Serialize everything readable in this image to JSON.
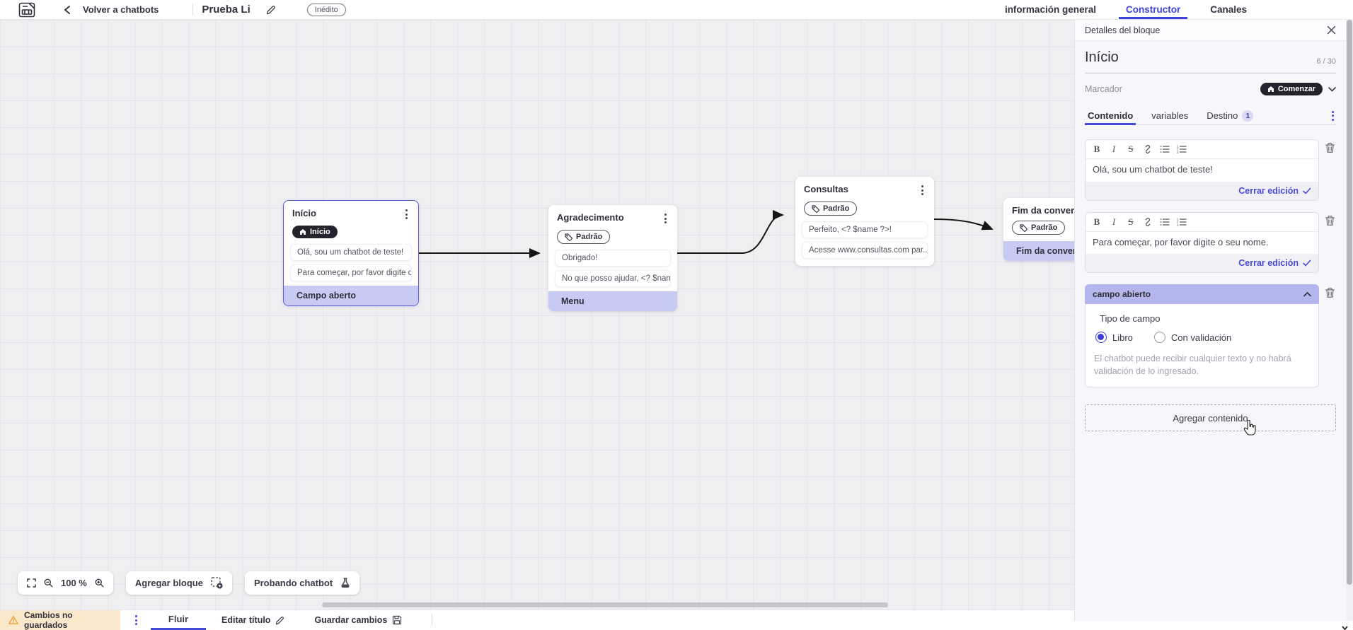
{
  "header": {
    "back_label": "Volver a chatbots",
    "title": "Prueba Li",
    "status_badge": "Inédito",
    "tabs": [
      {
        "label": "información general",
        "active": false
      },
      {
        "label": "Constructor",
        "active": true
      },
      {
        "label": "Canales",
        "active": false
      }
    ]
  },
  "canvas": {
    "zoom_level": "100 %",
    "add_block_label": "Agregar bloque",
    "test_chatbot_label": "Probando chatbot",
    "nodes": [
      {
        "title": "Início",
        "badge": "Início",
        "items": [
          "Olá, sou um chatbot de teste!",
          "Para começar, por favor digite o ..."
        ],
        "highlight": "Campo aberto"
      },
      {
        "title": "Agradecimento",
        "badge": "Padrão",
        "items": [
          "Obrigado!",
          "No que posso ajudar, <? $name ..."
        ],
        "highlight": "Menu"
      },
      {
        "title": "Consultas",
        "badge": "Padrão",
        "items": [
          "Perfeito, <? $name ?>!",
          "Acesse www.consultas.com par..."
        ],
        "highlight": null
      },
      {
        "title": "Fim da conversa",
        "badge": "Padrão",
        "items": [],
        "highlight": "Fim da conversa"
      }
    ]
  },
  "panel": {
    "titlebar": "Detalles del bloque",
    "block_name": "Início",
    "char_count": "6 / 30",
    "marker_label": "Marcador",
    "marker_value": "Comenzar",
    "tabs": {
      "content": "Contenido",
      "variables": "variables",
      "destination": "Destino",
      "destination_badge": "1"
    },
    "editors": [
      {
        "text": "Olá, sou um chatbot de teste!",
        "close_label": "Cerrar edición"
      },
      {
        "text": "Para começar, por favor digite o seu nome.",
        "close_label": "Cerrar edición"
      }
    ],
    "open_field": {
      "header": "campo abierto",
      "type_label": "Tipo de campo",
      "options": [
        {
          "label": "Libro",
          "selected": true
        },
        {
          "label": "Con validación",
          "selected": false
        }
      ],
      "helper": "El chatbot puede recibir cualquier texto y no habrá validación de lo ingresado."
    },
    "add_content_label": "Agregar contenido"
  },
  "footer": {
    "unsaved_label": "Cambios no guardados",
    "flow_tab": "Fluir",
    "edit_title_label": "Editar título",
    "save_label": "Guardar cambios"
  },
  "colors": {
    "accent_indigo": "#4549d8",
    "dark_badge": "#24232d",
    "highlight_row": "#c7caf3",
    "open_field_header": "#b3b7ec",
    "warning_bg": "#f9e8ca",
    "warning_icon": "#e3a23c",
    "selected_node_border": "#5a5ed2"
  }
}
